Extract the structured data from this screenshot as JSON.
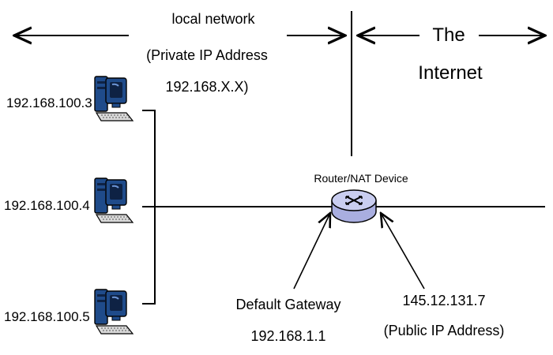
{
  "local_network": {
    "title": "local network",
    "subtitle": "(Private IP Address",
    "range": "192.168.X.X)"
  },
  "internet": {
    "line1": "The",
    "line2": "Internet"
  },
  "router": {
    "label": "Router/NAT Device",
    "icon": "router-icon"
  },
  "computers": [
    {
      "ip": "192.168.100.3",
      "icon": "computer-icon"
    },
    {
      "ip": "192.168.100.4",
      "icon": "computer-icon"
    },
    {
      "ip": "192.168.100.5",
      "icon": "computer-icon"
    }
  ],
  "gateway": {
    "line1": "Default Gateway",
    "line2": "192.168.1.1"
  },
  "public_ip": {
    "line1": "145.12.131.7",
    "line2": "(Public IP Address)"
  },
  "colors": {
    "line": "#000000",
    "router_body": "#c9cdf0",
    "computer_body": "#1f4b8a",
    "computer_shade": "#0e2244",
    "keyboard": "#d9d9d9"
  }
}
